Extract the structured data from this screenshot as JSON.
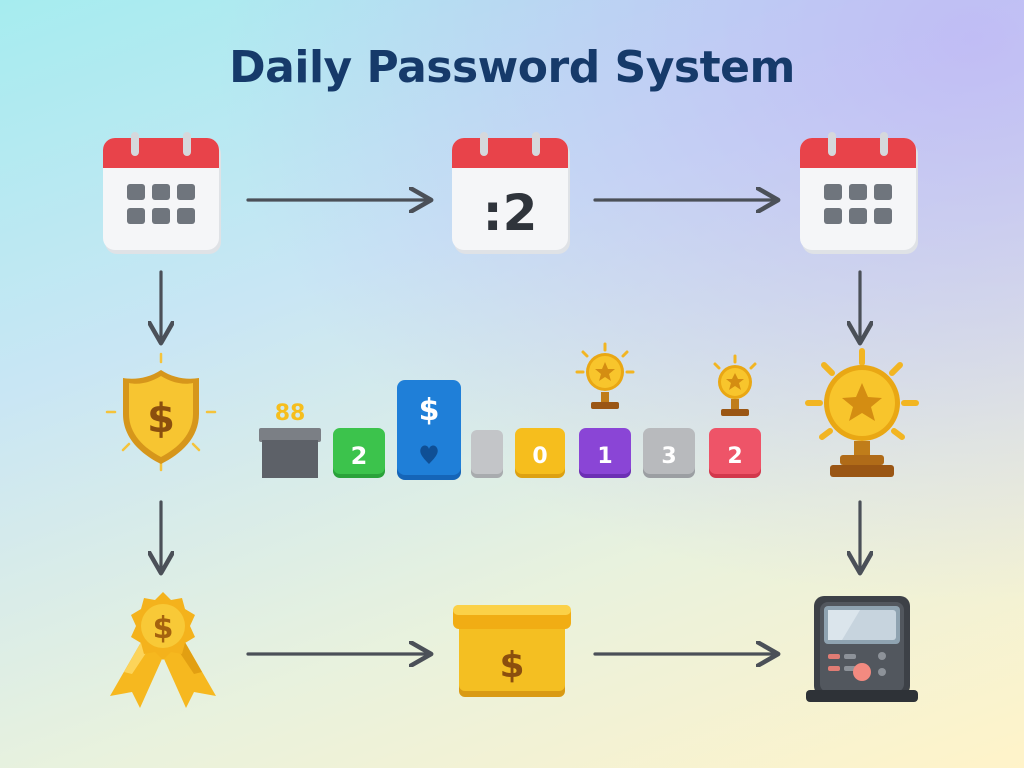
{
  "title": "Daily Password System",
  "colors": {
    "title": "#163a6a",
    "arrow": "#4b5058",
    "calendar_header": "#e8434a",
    "gold": "#f6bf1e",
    "dark_gold": "#c07d1a"
  },
  "nodes": {
    "calendar_start": {
      "icon": "calendar-grid-icon"
    },
    "calendar_day": {
      "icon": "calendar-day-icon",
      "display": ":2"
    },
    "calendar_end": {
      "icon": "calendar-grid-icon"
    },
    "shield": {
      "icon": "dollar-shield-icon",
      "symbol": "$"
    },
    "trophy": {
      "icon": "trophy-icon"
    },
    "award": {
      "icon": "dollar-award-ribbon-icon",
      "symbol": "$"
    },
    "cash_box": {
      "icon": "dollar-box-icon",
      "symbol": "$"
    },
    "machine": {
      "icon": "terminal-machine-icon"
    }
  },
  "code_row": {
    "box_label": "88",
    "tiles": [
      {
        "text": "2",
        "color": "#3cc34c"
      },
      {
        "text": "$",
        "color": "#1f7fd8"
      },
      {
        "text": "",
        "color": "#c3c5c8"
      },
      {
        "text": "0",
        "color": "#f6be1d"
      },
      {
        "text": "1",
        "color": "#8a45d6"
      },
      {
        "text": "3",
        "color": "#b8babd"
      },
      {
        "text": "2",
        "color": "#ee5468"
      }
    ]
  },
  "flow_arrows": [
    "calendar_start → calendar_day",
    "calendar_day → calendar_end",
    "calendar_start → shield",
    "calendar_end → trophy",
    "shield → award",
    "trophy → machine",
    "award → cash_box",
    "cash_box → machine"
  ]
}
